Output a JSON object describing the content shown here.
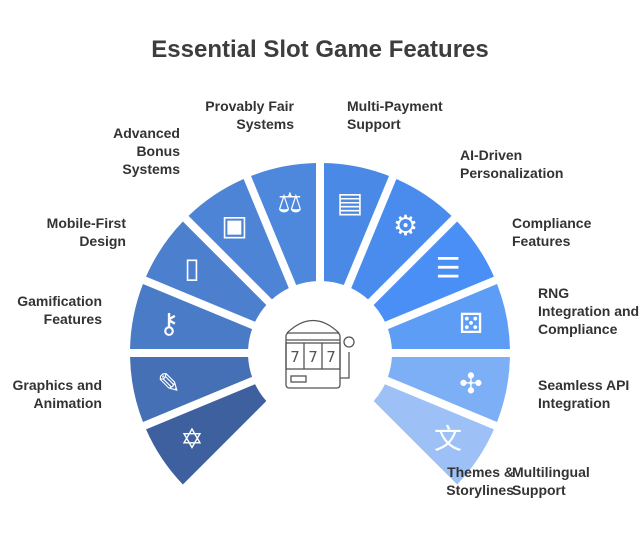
{
  "title": "Essential Slot Game Features",
  "center_icon": "slot-machine-icon",
  "center_reels": [
    "7",
    "7",
    "7"
  ],
  "segments": [
    {
      "label": "Themes &\nStorylines",
      "icon": "book-star-icon",
      "glyph": "✡",
      "color": "#3f609e"
    },
    {
      "label": "Graphics and\nAnimation",
      "icon": "paintbrush-icon",
      "glyph": "✎",
      "color": "#4570b6"
    },
    {
      "label": "Gamification\nFeatures",
      "icon": "key-icon",
      "glyph": "⚷",
      "color": "#4a7bc6"
    },
    {
      "label": "Mobile-First\nDesign",
      "icon": "mobile-refresh-icon",
      "glyph": "▯",
      "color": "#4c80cf"
    },
    {
      "label": "Advanced\nBonus\nSystems",
      "icon": "treasure-chest-icon",
      "glyph": "▣",
      "color": "#4d84d6"
    },
    {
      "label": "Provably Fair\nSystems",
      "icon": "scales-icon",
      "glyph": "⚖",
      "color": "#4e88dd"
    },
    {
      "label": "Multi-Payment\nSupport",
      "icon": "hand-card-icon",
      "glyph": "▤",
      "color": "#4a8ae6"
    },
    {
      "label": "AI-Driven\nPersonalization",
      "icon": "head-gear-icon",
      "glyph": "⚙",
      "color": "#4a8cee"
    },
    {
      "label": "Compliance\nFeatures",
      "icon": "presentation-users-icon",
      "glyph": "☰",
      "color": "#4a8ff6"
    },
    {
      "label": "RNG\nIntegration and\nCompliance",
      "icon": "head-dice-icon",
      "glyph": "⚄",
      "color": "#5d9df5"
    },
    {
      "label": "Seamless API\nIntegration",
      "icon": "network-nodes-icon",
      "glyph": "✣",
      "color": "#7caff5"
    },
    {
      "label": "Multilingual\nSupport",
      "icon": "translate-icon",
      "glyph": "文",
      "color": "#9dc1f6"
    }
  ]
}
